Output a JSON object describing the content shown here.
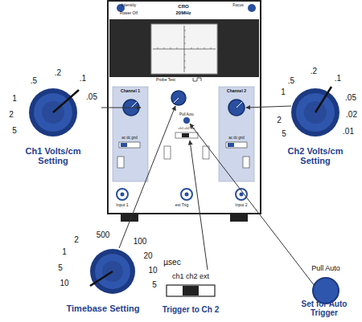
{
  "diagram": {
    "labels": [
      "Intensity",
      "Power Off",
      "CRO",
      "20MHz",
      "Focus",
      "Probe Test",
      "Channel 1",
      "Channel 2",
      "Pull Auto",
      "ch1 ch2 ext",
      "ac dc gnd",
      "ac dc gnd",
      "Input 1",
      "ext Trig",
      "Input 2",
      ".5",
      ".2",
      ".1",
      ".05",
      "1",
      "2",
      "5",
      "Ch1 Volts/cm Setting",
      ".5",
      ".2",
      ".1",
      ".05",
      ".02",
      ".01",
      "1",
      "2",
      "5",
      "Ch2 Volts/cm Setting",
      "500",
      "2",
      "1",
      "100",
      "5",
      "20",
      "10",
      "10",
      "5",
      "µsec",
      "Timebase Setting",
      "ch1 ch2 ext",
      "Trigger to Ch 2",
      "Pull Auto",
      "Set for Auto Trigger"
    ]
  }
}
